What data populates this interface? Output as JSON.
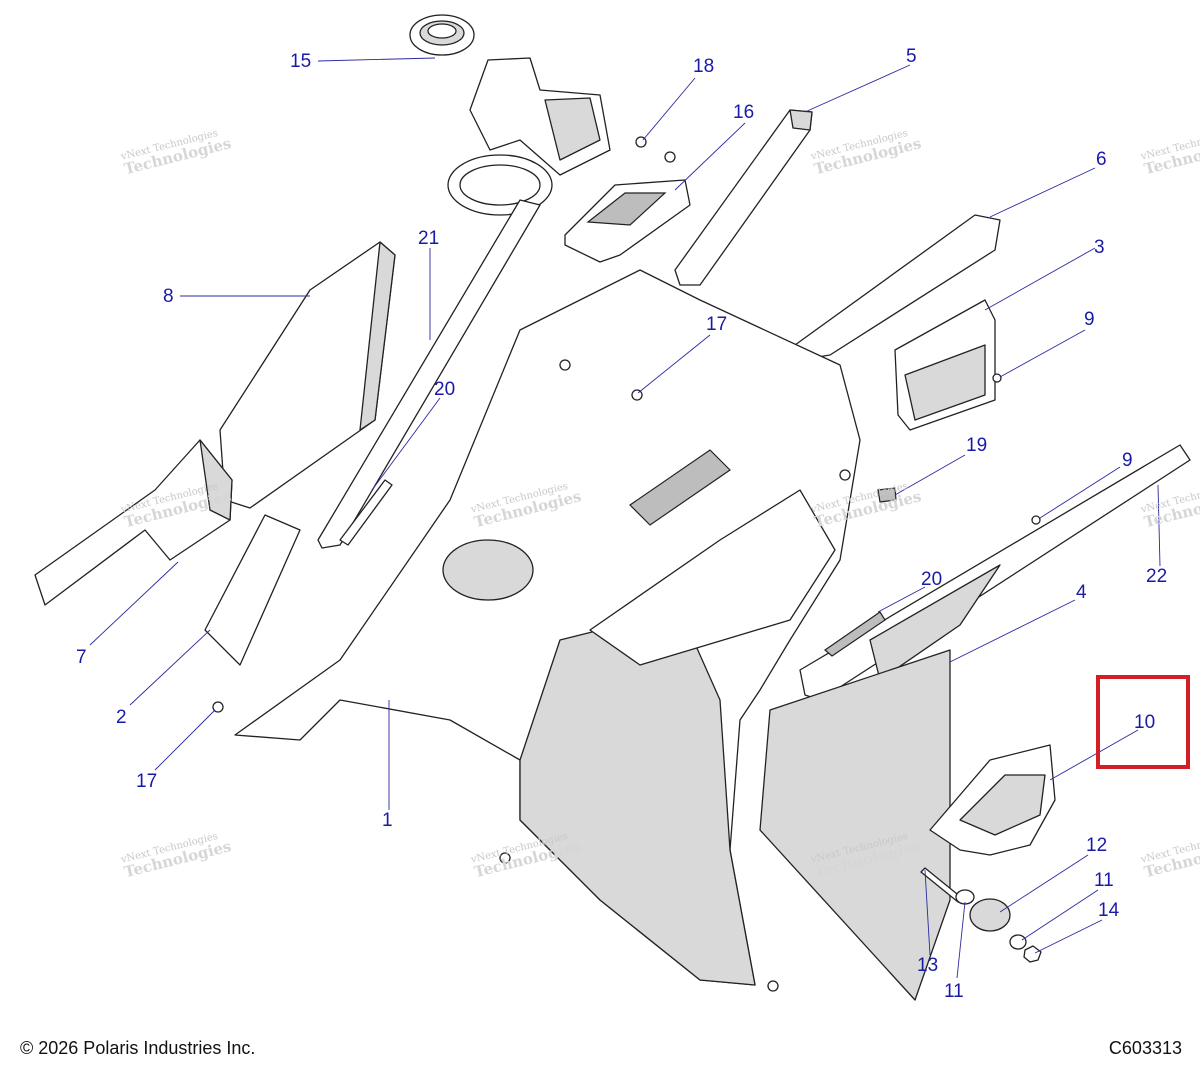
{
  "callouts": [
    {
      "id": "15",
      "label": "15"
    },
    {
      "id": "18",
      "label": "18"
    },
    {
      "id": "16",
      "label": "16"
    },
    {
      "id": "5",
      "label": "5"
    },
    {
      "id": "6",
      "label": "6"
    },
    {
      "id": "3",
      "label": "3"
    },
    {
      "id": "9a",
      "label": "9"
    },
    {
      "id": "21",
      "label": "21"
    },
    {
      "id": "8",
      "label": "8"
    },
    {
      "id": "17a",
      "label": "17"
    },
    {
      "id": "20a",
      "label": "20"
    },
    {
      "id": "19",
      "label": "19"
    },
    {
      "id": "9b",
      "label": "9"
    },
    {
      "id": "22",
      "label": "22"
    },
    {
      "id": "20b",
      "label": "20"
    },
    {
      "id": "4",
      "label": "4"
    },
    {
      "id": "7",
      "label": "7"
    },
    {
      "id": "2",
      "label": "2"
    },
    {
      "id": "10",
      "label": "10"
    },
    {
      "id": "17b",
      "label": "17"
    },
    {
      "id": "1",
      "label": "1"
    },
    {
      "id": "12",
      "label": "12"
    },
    {
      "id": "11a",
      "label": "11"
    },
    {
      "id": "14",
      "label": "14"
    },
    {
      "id": "13",
      "label": "13"
    },
    {
      "id": "11b",
      "label": "11"
    }
  ],
  "watermark": {
    "line1": "vNext Technologies",
    "line2": "Technologies",
    "prefix": "vNext"
  },
  "highlight": {
    "callout": "10",
    "color": "#d21f26"
  },
  "footer": {
    "copyright": "© 2026 Polaris Industries Inc.",
    "diagram_code": "C603313"
  },
  "colors": {
    "callout": "#1a1aa8",
    "highlight": "#d21f26"
  }
}
